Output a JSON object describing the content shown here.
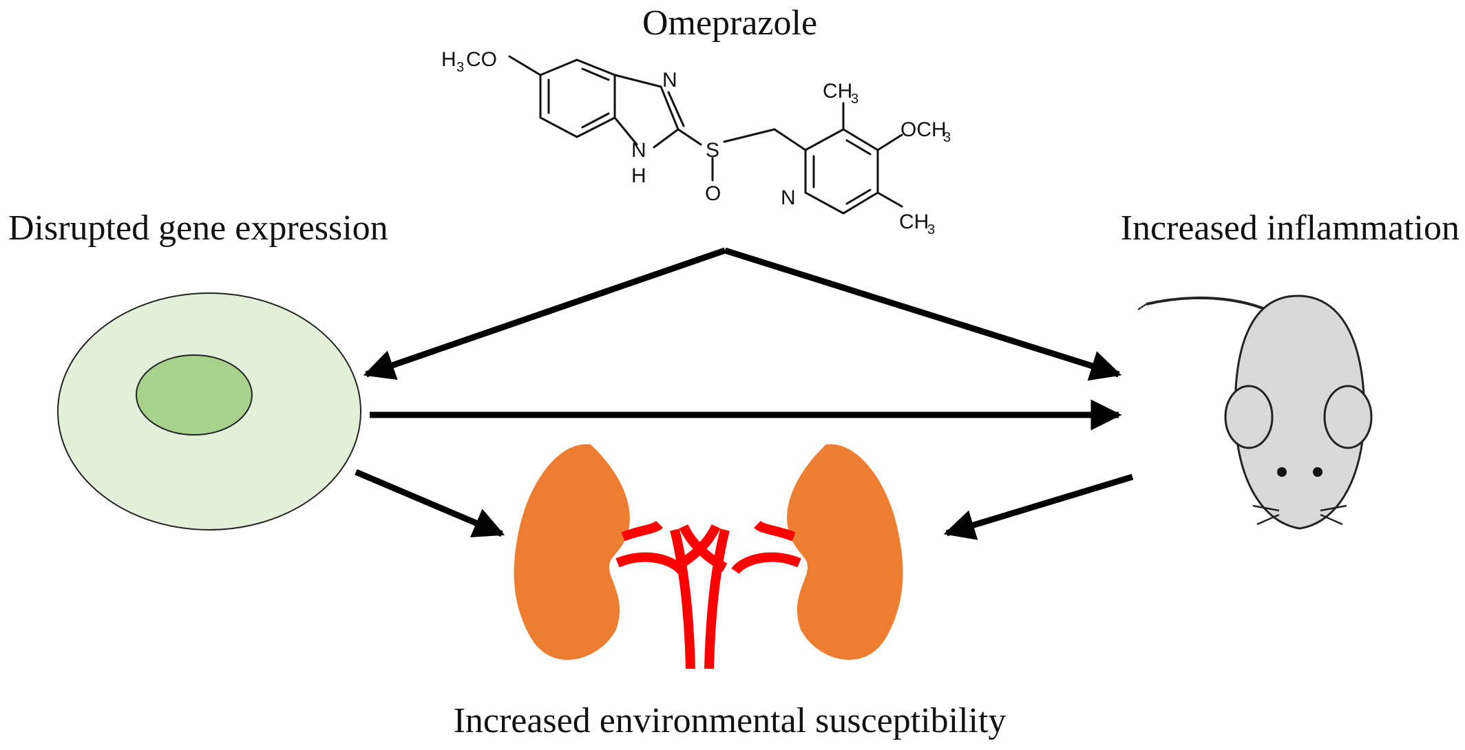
{
  "compound": {
    "name": "Omeprazole",
    "atoms": {
      "methoxy_left_h": "H",
      "methoxy_left_sub": "3",
      "methoxy_left_co": "CO",
      "n_imidazole": "N",
      "n_h_top": "N",
      "n_h_bottom": "H",
      "sulfur": "S",
      "oxygen": "O",
      "methyl_top_ch": "CH",
      "methyl_top_sub": "3",
      "methoxy_right_och": "OCH",
      "methoxy_right_sub": "3",
      "n_pyridine": "N",
      "methyl_bottom_ch": "CH",
      "methyl_bottom_sub": "3"
    }
  },
  "nodes": {
    "cell": {
      "label": "Disrupted gene expression"
    },
    "mouse": {
      "label": "Increased inflammation"
    },
    "kidneys": {
      "label": "Increased environmental susceptibility"
    }
  },
  "colors": {
    "cell_outer": "#e2efd9",
    "cell_nucleus": "#a9d18e",
    "kidney": "#ed7d31",
    "vessel": "#ff0000",
    "mouse_body": "#d9d9d9",
    "arrow": "#000000"
  }
}
